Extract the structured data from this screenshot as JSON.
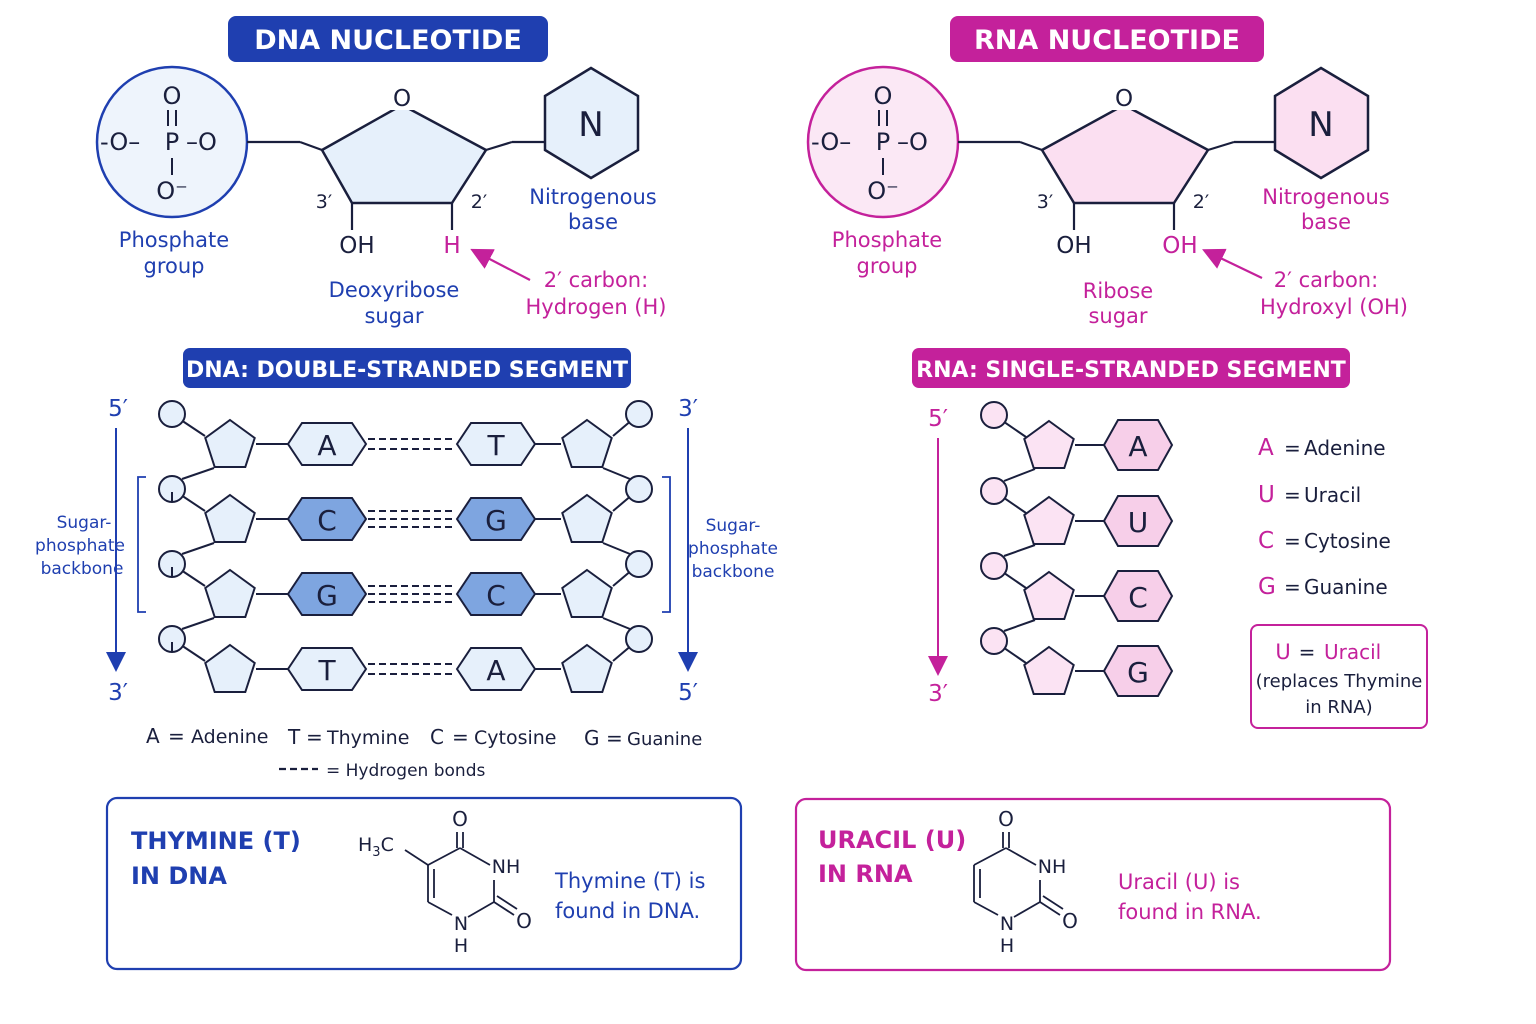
{
  "colors": {
    "dna_primary": "#1f3fb0",
    "dna_fill_light": "#e6f0fb",
    "dna_fill_mid": "#7ea5e0",
    "rna_primary": "#c4219b",
    "rna_fill_light": "#fbe3f3",
    "rna_fill_mid": "#f7cfe9",
    "line": "#1a1f3d",
    "title_text": "#ffffff"
  },
  "dna_nucleotide": {
    "title": "DNA NUCLEOTIDE",
    "phosphate": {
      "top_o": "O",
      "double_bond": "||",
      "left": "-O–",
      "p": "P",
      "right": "–O",
      "bottom": "O⁻"
    },
    "phosphate_label": [
      "Phosphate",
      "group"
    ],
    "ring_o": "O",
    "base_letter": "N",
    "base_label": [
      "Nitrogenous",
      "base"
    ],
    "c3": "3′",
    "c2": "2′",
    "oh": "OH",
    "c2_group": "H",
    "sugar_label": [
      "Deoxyribose",
      "sugar"
    ],
    "carbon_note": [
      "2′ carbon:",
      "Hydrogen (H)"
    ]
  },
  "rna_nucleotide": {
    "title": "RNA NUCLEOTIDE",
    "phosphate": {
      "top_o": "O",
      "double_bond": "||",
      "left": "-O–",
      "p": "P",
      "right": "–O",
      "bottom": "O⁻"
    },
    "phosphate_label": [
      "Phosphate",
      "group"
    ],
    "ring_o": "O",
    "base_letter": "N",
    "base_label": [
      "Nitrogenous",
      "base"
    ],
    "c3": "3′",
    "c2": "2′",
    "oh": "OH",
    "c2_group": "OH",
    "sugar_label": [
      "Ribose",
      "sugar"
    ],
    "carbon_note": [
      "2′ carbon:",
      "Hydroxyl (OH)"
    ]
  },
  "dna_segment": {
    "title": "DNA: DOUBLE-STRANDED SEGMENT",
    "left_top": "5′",
    "left_bottom": "3′",
    "right_top": "3′",
    "right_bottom": "5′",
    "backbone_label": [
      "Sugar-",
      "phosphate",
      "backbone"
    ],
    "pairs": [
      {
        "left": "A",
        "right": "T"
      },
      {
        "left": "C",
        "right": "G"
      },
      {
        "left": "G",
        "right": "C"
      },
      {
        "left": "T",
        "right": "A"
      }
    ],
    "legend": [
      {
        "letter": "A",
        "eq": "=",
        "name": "Adenine"
      },
      {
        "letter": "T",
        "eq": "=",
        "name": "Thymine"
      },
      {
        "letter": "C",
        "eq": "=",
        "name": "Cytosine"
      },
      {
        "letter": "G",
        "eq": "=",
        "name": "Guanine"
      }
    ],
    "hbond_legend": "= Hydrogen bonds"
  },
  "rna_segment": {
    "title": "RNA: SINGLE-STRANDED SEGMENT",
    "top": "5′",
    "bottom": "3′",
    "bases": [
      "A",
      "U",
      "C",
      "G"
    ],
    "legend": [
      {
        "letter": "A",
        "eq": "=",
        "name": "Adenine"
      },
      {
        "letter": "U",
        "eq": "=",
        "name": "Uracil"
      },
      {
        "letter": "C",
        "eq": "=",
        "name": "Cytosine"
      },
      {
        "letter": "G",
        "eq": "=",
        "name": "Guanine"
      }
    ],
    "note": {
      "letter": "U",
      "eq": "=",
      "name": "Uracil",
      "line1": "(replaces Thymine",
      "line2": "in RNA)"
    }
  },
  "thymine_box": {
    "title": [
      "THYMINE (T)",
      "IN DNA"
    ],
    "methyl": "H",
    "methyl_sub": "3",
    "methyl_c": "C",
    "o_top": "O",
    "nh": "NH",
    "o_right": "O",
    "n_bottom": "N",
    "h_bottom": "H",
    "desc": [
      "Thymine (T) is",
      "found in DNA."
    ]
  },
  "uracil_box": {
    "title": [
      "URACIL (U)",
      "IN RNA"
    ],
    "o_top": "O",
    "nh": "NH",
    "o_right": "O",
    "n_bottom": "N",
    "h_bottom": "H",
    "desc": [
      "Uracil (U) is",
      "found in RNA."
    ]
  }
}
